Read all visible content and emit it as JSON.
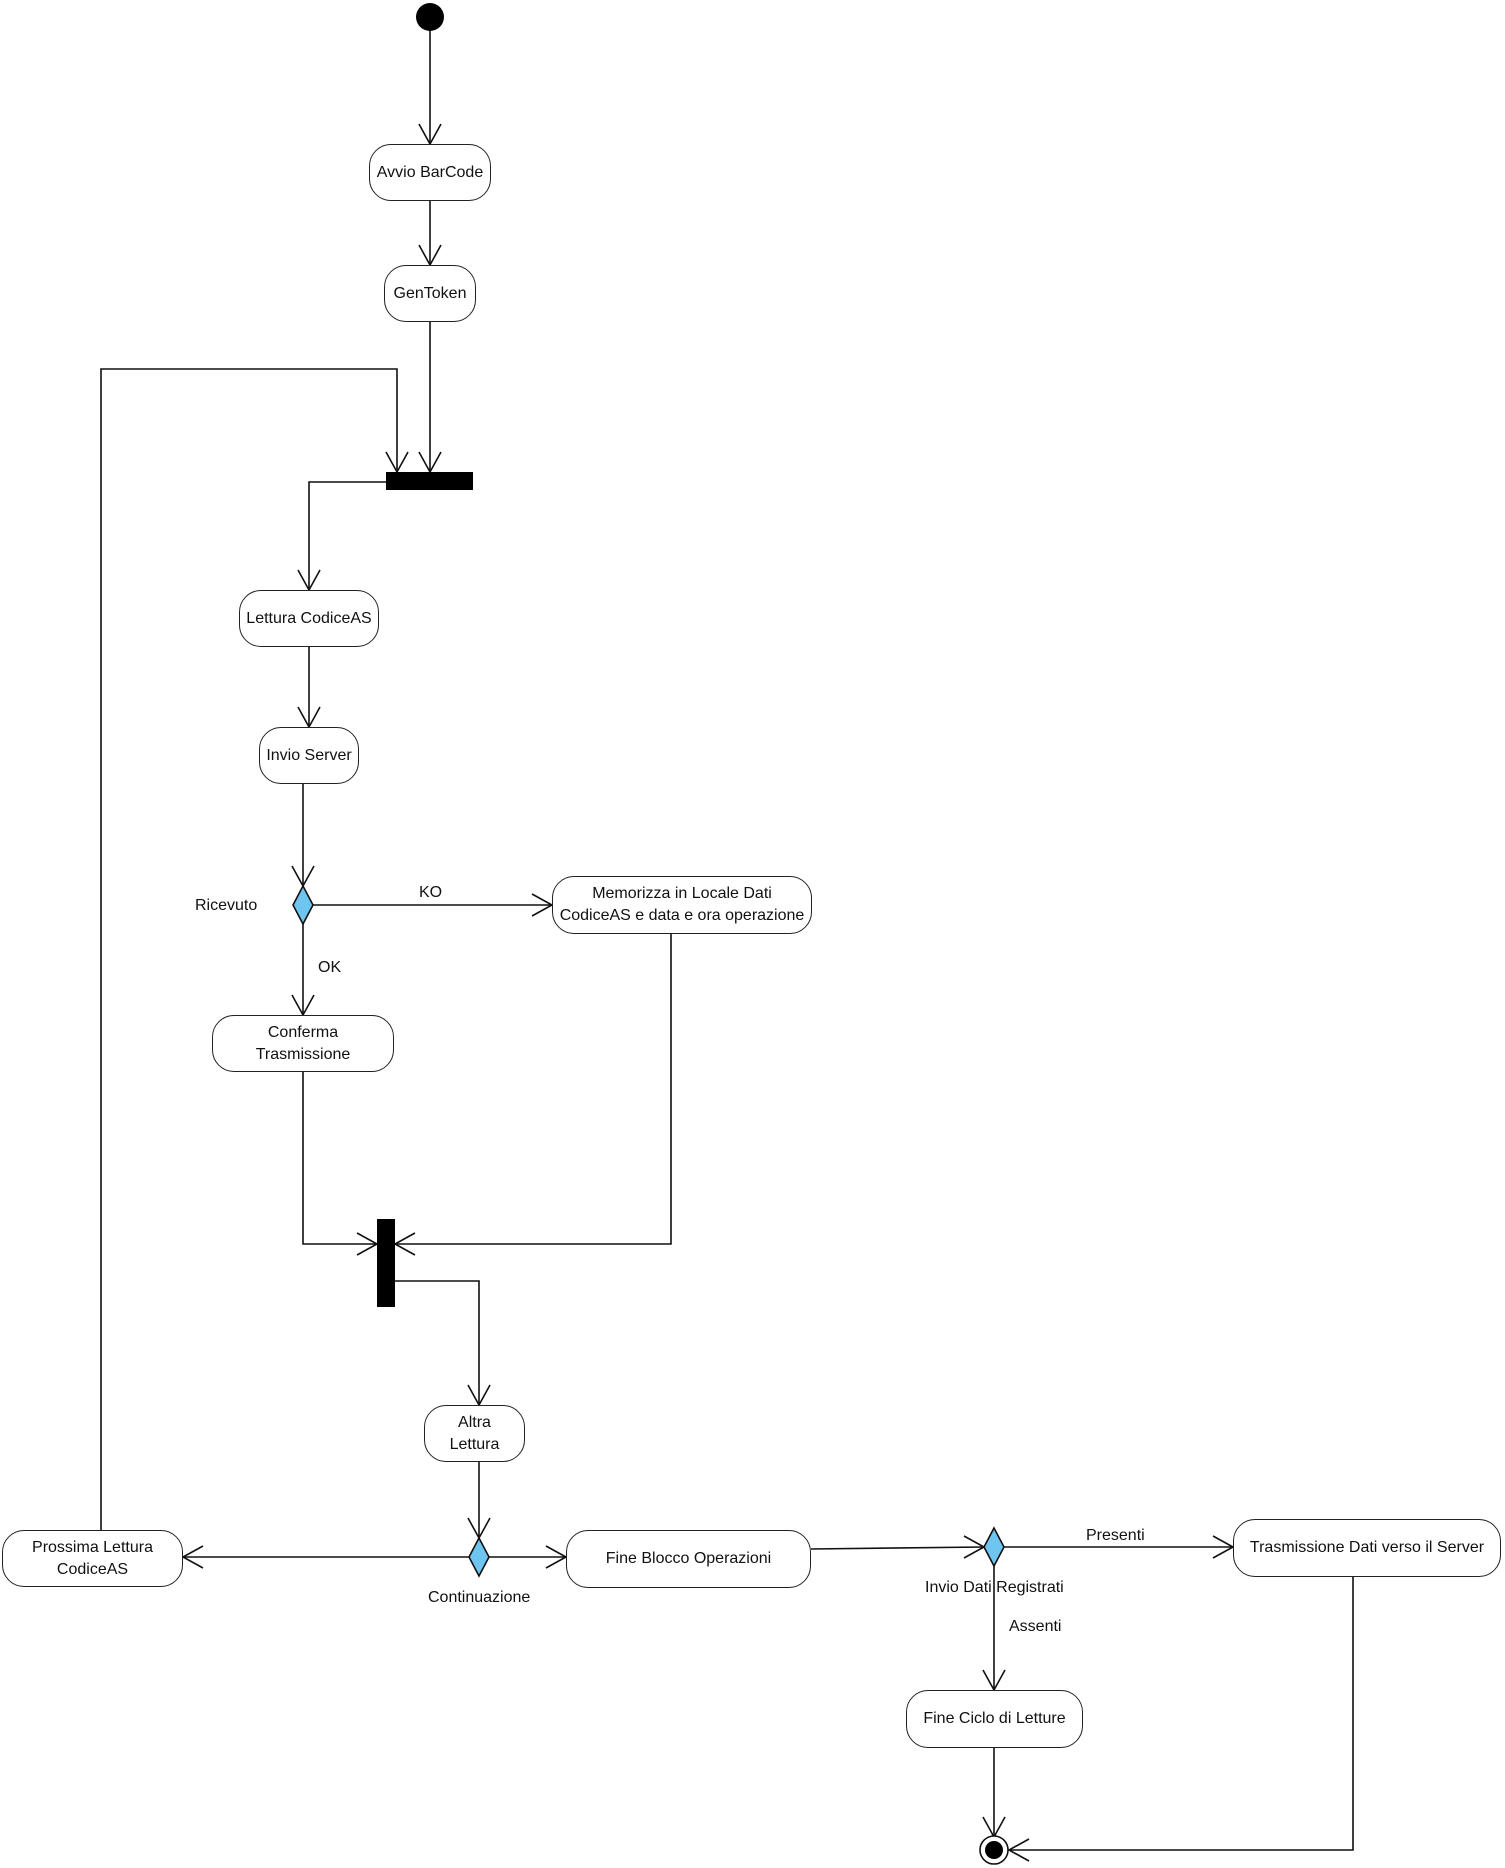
{
  "colors": {
    "decision_fill": "#6ec6f0",
    "stroke": "#111111",
    "bar": "#000000"
  },
  "nodes": {
    "avvio": "Avvio BarCode",
    "gentoken": "GenToken",
    "lettura": "Lettura CodiceAS",
    "invio": "Invio Server",
    "memorizza_line1": "Memorizza in Locale Dati",
    "memorizza_line2": "CodiceAS e data e ora operazione",
    "conferma": "Conferma Trasmissione",
    "altra": "Altra Lettura",
    "prossima_line1": "Prossima Lettura",
    "prossima_line2": "CodiceAS",
    "fine_blocco": "Fine Blocco Operazioni",
    "trasmissione": "Trasmissione Dati verso il Server",
    "fine_ciclo": "Fine Ciclo di Letture"
  },
  "decisions": {
    "ricevuto": "Ricevuto",
    "continuazione": "Continuazione",
    "invio_dati": "Invio Dati Registrati"
  },
  "guards": {
    "ko": "KO",
    "ok": "OK",
    "presenti": "Presenti",
    "assenti": "Assenti"
  }
}
